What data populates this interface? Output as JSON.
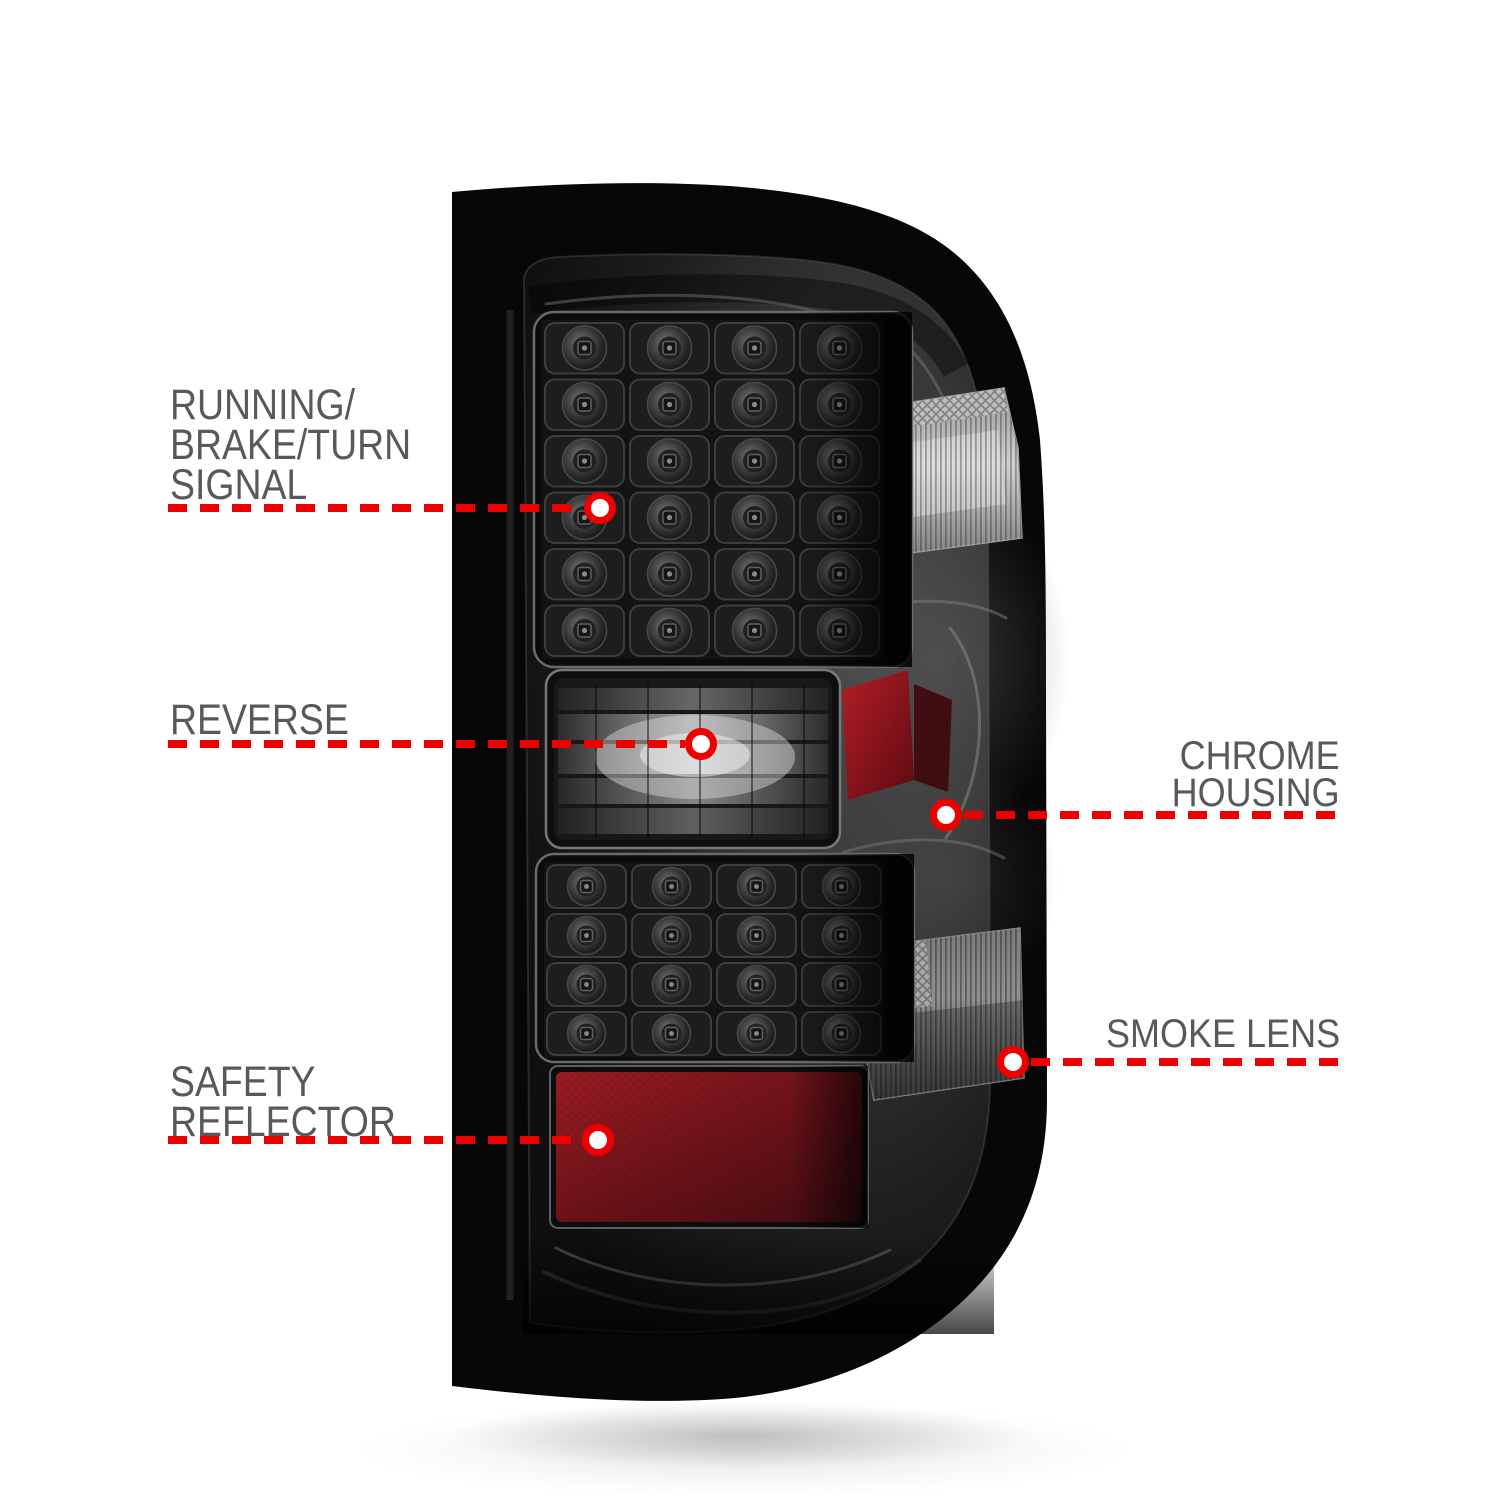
{
  "colors": {
    "accent_red": "#ef0000",
    "label_text": "#58595b",
    "reflector_red": "#8c141c",
    "lamp_body_black": "#070707",
    "smoke_gray": "#3f3f3f",
    "background": "#ffffff"
  },
  "callouts": [
    {
      "id": "running-brake-turn-signal",
      "lines": [
        "RUNNING/",
        "BRAKE/TURN",
        "SIGNAL"
      ],
      "side": "left",
      "marker": "callout-dot"
    },
    {
      "id": "reverse",
      "lines": [
        "REVERSE"
      ],
      "side": "left",
      "marker": "callout-dot"
    },
    {
      "id": "safety-reflector",
      "lines": [
        "SAFETY",
        "REFLECTOR"
      ],
      "side": "left",
      "marker": "callout-dot"
    },
    {
      "id": "chrome-housing",
      "lines": [
        "CHROME",
        "HOUSING"
      ],
      "side": "right",
      "marker": "callout-dot"
    },
    {
      "id": "smoke-lens",
      "lines": [
        "SMOKE LENS"
      ],
      "side": "right",
      "marker": "callout-dot"
    }
  ]
}
